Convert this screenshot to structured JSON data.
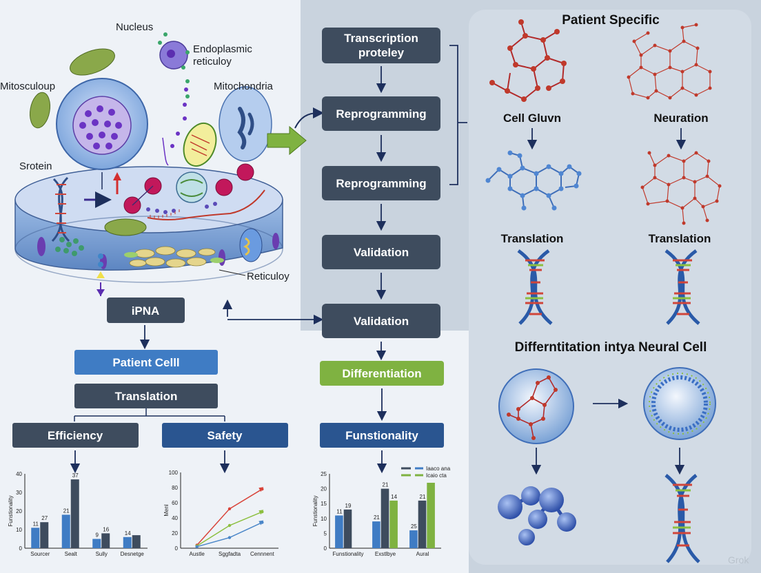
{
  "colors": {
    "dark_box": "#3e4c5e",
    "blue_box": "#3f7cc4",
    "navy_box": "#2a5590",
    "green_box": "#7fb241",
    "right_panel": "#d4dde7",
    "mid_panel": "#c9d3de"
  },
  "cell": {
    "labels": {
      "nucleus": "Nucleus",
      "er": "Endoplasmic",
      "er2": "reticuloy",
      "mito_left": "Mitosculoup",
      "mito_right": "Mitochondria",
      "protein": "Srotein",
      "reticulum": "Reticuloy"
    }
  },
  "left_flow": {
    "ipna": "iPNA",
    "patient_cell": "Patient Celll",
    "translation": "Translation",
    "efficiency": "Efficiency",
    "safety": "Safety"
  },
  "mid_flow": {
    "transcription_1": "Transcription",
    "transcription_2": "proteley",
    "reprogramming_1": "Reprogramming",
    "reprogramming_2": "Reprogramming",
    "validation_1": "Validation",
    "validation_2": "Validation",
    "differentiation": "Differentiation",
    "functionality": "Funstionality"
  },
  "right_panel": {
    "title": "Patient Specific",
    "cell_label": "Cell Gluvn",
    "neuration": "Neuration",
    "translation_left": "Translation",
    "translation_right": "Translation",
    "differentiation_title": "Differntitation intya Neural Cell"
  },
  "watermark": "Grok",
  "chart_data": [
    {
      "type": "bar",
      "title": "",
      "ylabel": "Funstionality",
      "categories": [
        "Sourcer",
        "Sealt",
        "Sully",
        "Desnetge"
      ],
      "series": [
        {
          "values": [
            11,
            18,
            5,
            6
          ]
        },
        {
          "values": [
            14,
            37,
            8,
            7
          ]
        }
      ],
      "value_labels": [
        [
          "11",
          "21",
          "9",
          "14"
        ],
        [
          "27",
          "37",
          "16",
          ""
        ]
      ],
      "yticks": [
        "0",
        "10",
        "20",
        "30",
        "40"
      ],
      "ylim": [
        0,
        40
      ]
    },
    {
      "type": "line",
      "title": "",
      "ylabel": "Menl",
      "categories": [
        "Austle",
        "Sggfadta",
        "Cennnent"
      ],
      "series": [
        {
          "color": "#d9443a",
          "values": [
            4,
            52,
            78
          ]
        },
        {
          "color": "#8cbf3f",
          "values": [
            3,
            30,
            48
          ]
        },
        {
          "color": "#4a86c8",
          "values": [
            2,
            14,
            34
          ]
        }
      ],
      "yticks": [
        "0",
        "20",
        "40",
        "60",
        "80",
        "100"
      ],
      "ylim": [
        0,
        100
      ]
    },
    {
      "type": "bar",
      "title": "",
      "ylabel": "Funstionality",
      "categories": [
        "Funstionality",
        "Exstlbye",
        "Aural"
      ],
      "legend": [
        "Iaaco ana",
        "Icaio cta"
      ],
      "series": [
        {
          "values": [
            11,
            9,
            6
          ]
        },
        {
          "values": [
            13,
            20,
            16
          ]
        },
        {
          "values": [
            0,
            16,
            22
          ]
        }
      ],
      "value_labels": [
        [
          "11",
          "21",
          "25"
        ],
        [
          "19",
          "21",
          "21"
        ],
        [
          "",
          "14",
          ""
        ]
      ],
      "yticks": [
        "0",
        "5",
        "10",
        "15",
        "20",
        "25"
      ],
      "ylim": [
        0,
        25
      ]
    }
  ]
}
